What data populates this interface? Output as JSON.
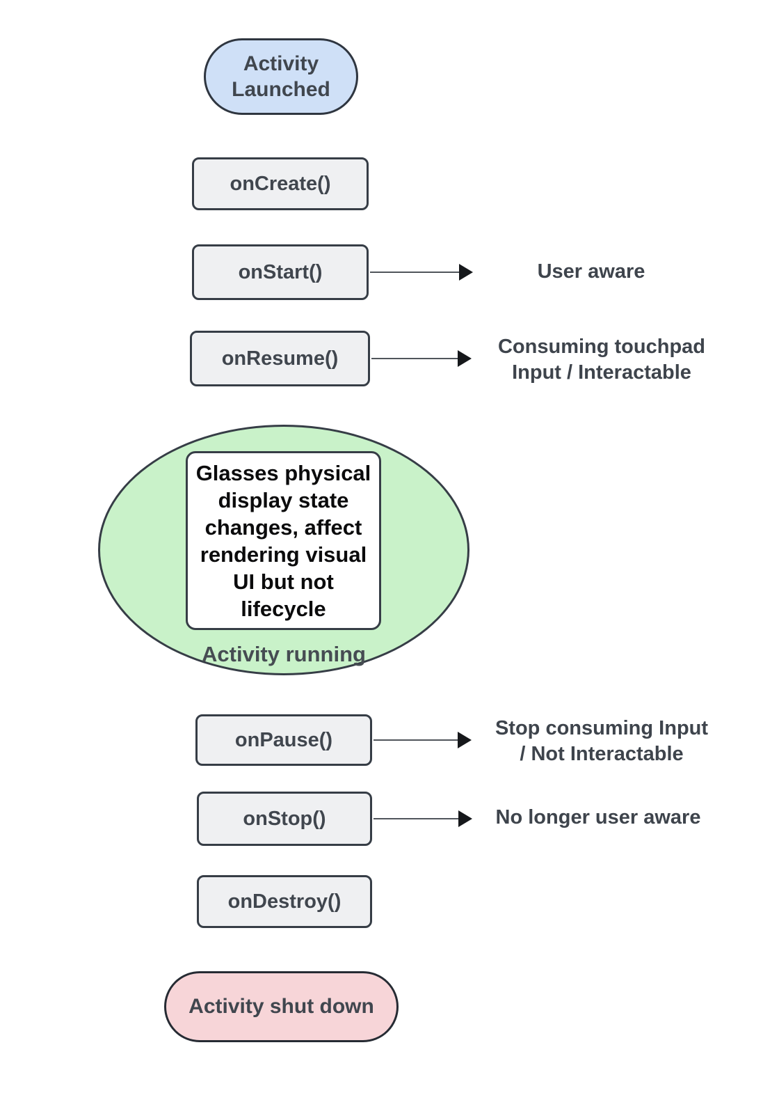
{
  "colors": {
    "blue_fill": "#cfe0f7",
    "green_fill": "#c9f2c9",
    "pink_fill": "#f7d5d8",
    "gray_fill": "#eff0f2",
    "border": "#363d46",
    "text": "#40464e",
    "note_text": "#0b0b0c",
    "arrow": "#50555b"
  },
  "nodes": {
    "start": {
      "label": [
        "Activity",
        "Launched"
      ]
    },
    "on_create": {
      "label": "onCreate()"
    },
    "on_start": {
      "label": "onStart()",
      "annotation": "User aware"
    },
    "on_resume": {
      "label": "onResume()",
      "annotation": [
        "Consuming touchpad",
        "Input / Interactable"
      ]
    },
    "running": {
      "label": "Activity running",
      "note": [
        "Glasses physical",
        "display state",
        "changes, affect",
        "rendering visual",
        "UI but not",
        "lifecycle"
      ]
    },
    "on_pause": {
      "label": "onPause()",
      "annotation": [
        "Stop consuming Input",
        "/ Not Interactable"
      ]
    },
    "on_stop": {
      "label": "onStop()",
      "annotation": "No longer user aware"
    },
    "on_destroy": {
      "label": "onDestroy()"
    },
    "end": {
      "label": "Activity shut down"
    }
  }
}
